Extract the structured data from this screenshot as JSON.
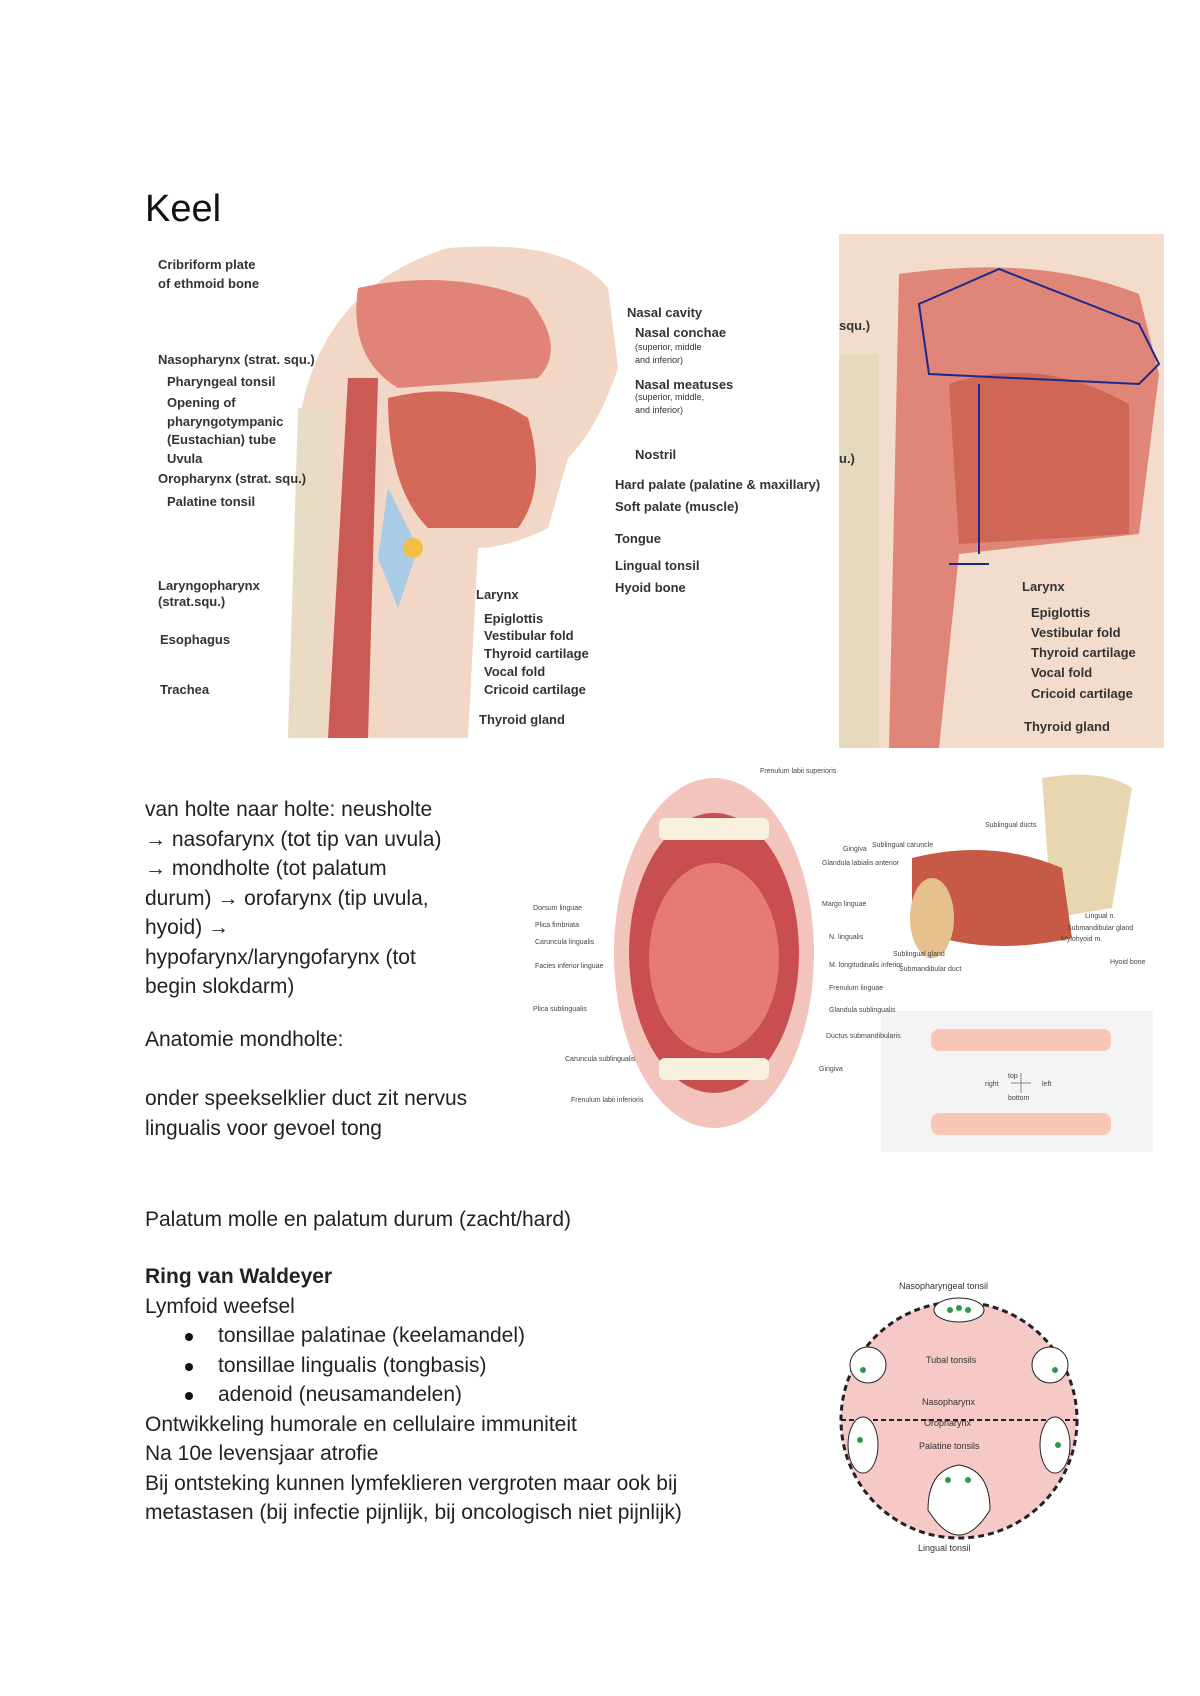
{
  "title": "Keel",
  "figure1": {
    "labels": [
      "Cribriform plate",
      "of ethmoid bone",
      "Nasopharynx (strat. squ.)",
      "Pharyngeal tonsil",
      "Opening of",
      "pharyngotympanic",
      "(Eustachian) tube",
      "Uvula",
      "Oropharynx (strat. squ.)",
      "Palatine tonsil",
      "Laryngopharynx",
      "(strat.squ.)",
      "Esophagus",
      "Trachea",
      "Nasal cavity",
      "Nasal conchae",
      "(superior, middle",
      "and inferior)",
      "Nasal meatuses",
      "(superior, middle,",
      "and inferior)",
      "Nostril",
      "Hard palate (palatine & maxillary)",
      "Soft palate (muscle)",
      "Tongue",
      "Lingual tonsil",
      "Hyoid bone",
      "Larynx",
      "Epiglottis",
      "Vestibular fold",
      "Thyroid cartilage",
      "Vocal fold",
      "Cricoid cartilage",
      "Thyroid gland"
    ]
  },
  "figure2": {
    "labels": [
      "squ.)",
      "u.)",
      "Larynx",
      "Epiglottis",
      "Vestibular fold",
      "Thyroid cartilage",
      "Vocal fold",
      "Cricoid cartilage",
      "Thyroid gland"
    ]
  },
  "paragraph1": [
    "van holte naar holte: neusholte",
    "→ nasofarynx (tot tip van uvula)",
    "→ mondholte (tot palatum",
    "durum) → orofarynx (tip uvula,",
    "hyoid) →",
    "hypofarynx/laryngofarynx (tot",
    "begin slokdarm)"
  ],
  "anatomie": "Anatomie mondholte:",
  "speeksel": [
    "onder speekselklier duct zit nervus",
    "lingualis voor gevoel tong"
  ],
  "mouth": {
    "labels": [
      "Frenulum labii superioris",
      "Gingiva",
      "Glandula labialis anterior",
      "Dorsum linguae",
      "Plica fimbriata",
      "Caruncula lingualis",
      "Facies inferior linguae",
      "Margo linguae",
      "N. lingualis",
      "M. longitudinalis inferior",
      "Frenulum linguae",
      "Plica sublingualis",
      "Glandula sublingualis",
      "Ductus submandibularis",
      "Caruncula sublingualis",
      "Gingiva",
      "Frenulum labii inferioris"
    ]
  },
  "jaw": {
    "labels": [
      "Sublingual ducts",
      "Sublingual caruncle",
      "Lingual n.",
      "Submandibular gland",
      "Mylohyoid m.",
      "Sublingual gland",
      "Submandibular duct",
      "Hyoid bone"
    ]
  },
  "teeth": {
    "labels": [
      "top",
      "right",
      "left",
      "bottom"
    ]
  },
  "palatum": "Palatum molle en palatum durum (zacht/hard)",
  "waldeyer": {
    "heading": "Ring van Waldeyer",
    "sub": "Lymfoid weefsel",
    "bullets": [
      "tonsillae palatinae (keelamandel)",
      "tonsillae lingualis (tongbasis)",
      "adenoid (neusamandelen)"
    ],
    "lines": [
      "Ontwikkeling humorale en cellulaire immuniteit",
      "Na 10e levensjaar atrofie",
      "Bij ontsteking kunnen lymfeklieren vergroten maar ook bij",
      "metastasen (bij infectie pijnlijk, bij oncologisch niet pijnlijk)"
    ]
  },
  "tonsils": {
    "labels": [
      "Nasopharyngeal tonsil",
      "Tubal tonsils",
      "Nasopharynx",
      "Oropharynx",
      "Palatine tonsils",
      "Lingual tonsil"
    ]
  }
}
